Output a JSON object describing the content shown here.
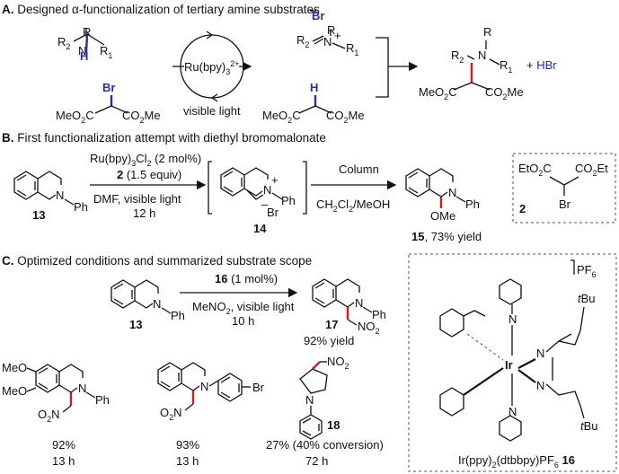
{
  "section_a": {
    "title": "A. Designed α-functionalization of tertiary amine substrates",
    "r": "R",
    "r1": "R",
    "r2": "R",
    "sub1": "1",
    "sub2": "2",
    "h": "H",
    "n": "N",
    "br": "Br",
    "br_anion": "Br",
    "catalyst": "Ru(bpy)",
    "cat_sub": "3",
    "cat_sup": "2+",
    "visible_light": "visible light",
    "meo2c": "MeO",
    "co2me": "CO",
    "o2c": "2",
    "c": "C",
    "me": "Me",
    "plus_hbr": "+ HBr"
  },
  "section_b": {
    "title": "B. First functionalization attempt with diethyl bromomalonate",
    "cond1": "Ru(bpy)",
    "cond1_sub": "3",
    "cond1_rest": "Cl",
    "cond1_sub2": "2",
    "cond1_tail": " (2 mol%)",
    "cond2_num": "2",
    "cond2_rest": " (1.5 equiv)",
    "cond3": "DMF, visible light",
    "cond4": "12 h",
    "cpd13": "13",
    "cpd14": "14",
    "cpd15": "15",
    "yield15": ", 73% yield",
    "column": "Column",
    "solvent": "CH",
    "solvent_sub": "2",
    "solvent_rest": "Cl",
    "solvent_sub2": "2",
    "solvent_tail": "/MeOH",
    "ph": "Ph",
    "ome": "OMe",
    "reagent_label": "2",
    "eto2c": "EtO",
    "co2et": "CO",
    "et": "Et",
    "rbr": "Br",
    "minus": "–",
    "plus": "+"
  },
  "section_c": {
    "title": "C. Optimized conditions and summarized substrate scope",
    "cond_num": "16",
    "cond1_rest": " (1 mol%)",
    "cond2": "MeNO",
    "cond2_sub": "2",
    "cond2_rest": ", visible light",
    "cond3": "10 h",
    "cpd13": "13",
    "cpd17": "17",
    "yield17": "92% yield",
    "no2": "NO",
    "no2_sub": "2",
    "o2n": "O",
    "o2n_sub": "2",
    "o2n_n": "N",
    "meo": "MeO",
    "br": "Br",
    "scope": [
      {
        "yield": "92%",
        "time": "13 h"
      },
      {
        "yield": "93%",
        "time": "13 h"
      },
      {
        "label": "18",
        "yield": "27% (40% conversion)",
        "time": "72 h"
      }
    ],
    "catalyst_label": "Ir(ppy)",
    "catalyst_sub": "2",
    "catalyst_mid": "(dtbbpy)PF",
    "catalyst_sub2": "6",
    "catalyst_num": "16",
    "pf6": "PF",
    "pf6_sub": "6",
    "ir": "Ir",
    "tbu_t": "t",
    "tbu_bu": "Bu"
  }
}
